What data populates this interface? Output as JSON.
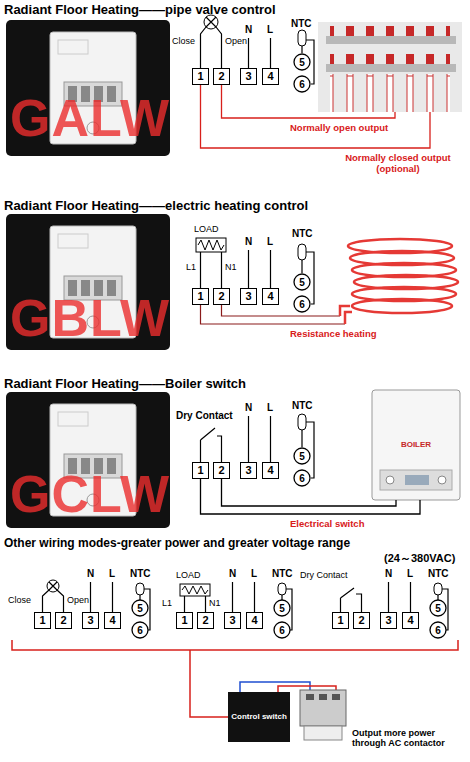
{
  "diagram": {
    "nodes": [
      {
        "text": [
          "1"
        ]
      },
      {
        "text": [
          "2"
        ]
      },
      {
        "text": [
          "3"
        ]
      },
      {
        "text": [
          "4"
        ]
      },
      {
        "text": [
          "5"
        ]
      },
      {
        "text": [
          "6"
        ]
      },
      {
        "text": [
          "1"
        ]
      },
      {
        "text": [
          "2"
        ]
      },
      {
        "text": [
          "3"
        ]
      },
      {
        "text": [
          "4"
        ]
      },
      {
        "text": [
          "5"
        ]
      },
      {
        "text": [
          "6"
        ]
      },
      {
        "text": [
          "1"
        ]
      },
      {
        "text": [
          "2"
        ]
      },
      {
        "text": [
          "3"
        ]
      },
      {
        "text": [
          "4"
        ]
      },
      {
        "text": [
          "5"
        ]
      },
      {
        "text": [
          "6"
        ]
      },
      {
        "text": [
          "BOILER"
        ]
      },
      {
        "text": [
          "1"
        ]
      },
      {
        "text": [
          "2"
        ]
      },
      {
        "text": [
          "3"
        ]
      },
      {
        "text": [
          "4"
        ]
      },
      {
        "text": [
          "5"
        ]
      },
      {
        "text": [
          "6"
        ]
      },
      {
        "text": [
          "1"
        ]
      },
      {
        "text": [
          "2"
        ]
      },
      {
        "text": [
          "3"
        ]
      },
      {
        "text": [
          "4"
        ]
      },
      {
        "text": [
          "5"
        ]
      },
      {
        "text": [
          "6"
        ]
      },
      {
        "text": [
          "1"
        ]
      },
      {
        "text": [
          "2"
        ]
      },
      {
        "text": [
          "3"
        ]
      },
      {
        "text": [
          "4"
        ]
      },
      {
        "text": [
          "5"
        ]
      },
      {
        "text": [
          "6"
        ]
      },
      {
        "text": [
          "Control switch"
        ]
      }
    ],
    "edges": [
      {
        "from": 12,
        "to": 18,
        "arrow": "none"
      },
      {
        "from": 13,
        "to": 18,
        "arrow": "none"
      }
    ],
    "labels": [
      "Radiant Floor Heating——pipe valve control",
      "GALW",
      "Close",
      "Open",
      "N",
      "L",
      "NTC",
      "Normally open output",
      "Normally closed output (optional)",
      "Radiant Floor Heating——electric heating control",
      "GBLW",
      "LOAD",
      "L1",
      "N1",
      "N",
      "L",
      "NTC",
      "Resistance heating",
      "Radiant Floor Heating——Boiler switch",
      "GCLW",
      "Dry Contact",
      "N",
      "L",
      "NTC",
      "Electrical switch",
      "Other wiring modes-greater power and greater voltage range",
      "(24～380VAC)",
      "Close",
      "Open",
      "N",
      "L",
      "NTC",
      "LOAD",
      "L1",
      "N1",
      "N",
      "L",
      "NTC",
      "Dry Contact",
      "N",
      "L",
      "NTC",
      "Output more power through AC contactor"
    ]
  }
}
